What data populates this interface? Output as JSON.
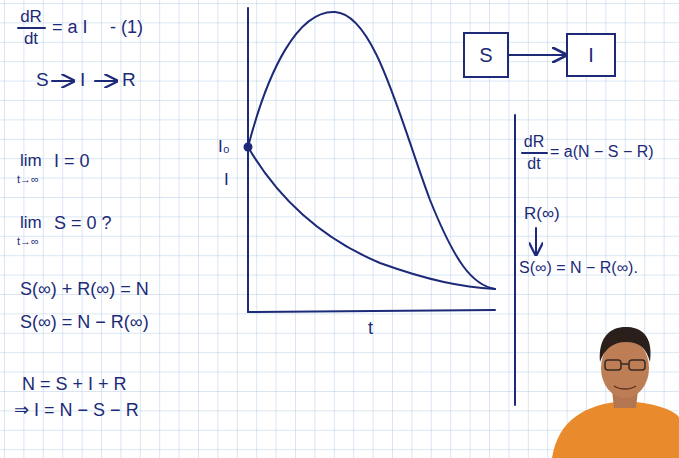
{
  "diagram": {
    "nodes": [
      {
        "text": [
          "S"
        ]
      },
      {
        "text": [
          "I"
        ]
      }
    ],
    "edges": [
      {
        "from": 0,
        "to": 1,
        "arrow": "to"
      }
    ],
    "labels": [
      "dR",
      "dt",
      "= a I",
      "- (1)",
      "S",
      "I",
      "R",
      "lim",
      "t→∞",
      "I = 0",
      "lim",
      "t→∞",
      "S = 0 ?",
      "S(∞) + R(∞) = N",
      "S(∞) = N − R(∞)",
      "N = S + I + R",
      "⇒ I = N − S − R",
      "I₀",
      "I",
      "t",
      "dR",
      "dt",
      "= a(N − S − R)",
      "R(∞)",
      "S(∞) = N − R(∞)."
    ]
  }
}
